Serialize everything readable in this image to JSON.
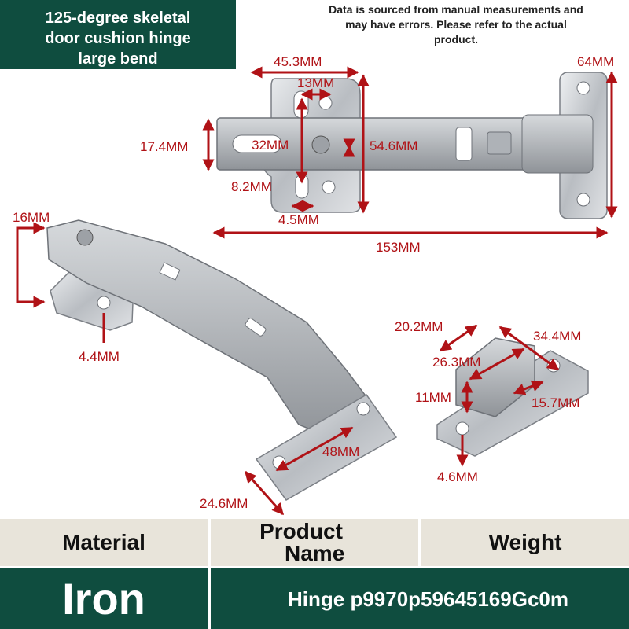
{
  "title": {
    "lines": [
      "125-degree skeletal",
      "door cushion hinge",
      "large bend"
    ]
  },
  "disclaimer": {
    "lines": [
      "Data is sourced from manual measurements and",
      "may have errors. Please refer to the actual",
      "product."
    ]
  },
  "dimensions": {
    "total_length": "153MM",
    "plate_width": "45.3MM",
    "plate_height": "54.6MM",
    "cup_width": "64MM",
    "arm_height": "17.4MM",
    "slot_length": "32MM",
    "hole_spacing": "13MM",
    "slot_height": "8.2MM",
    "slot_width": "4.5MM",
    "side_depth": "16MM",
    "screw_hole": "4.4MM",
    "plate_length": "48MM",
    "plate_depth": "24.6MM",
    "base_width": "20.2MM",
    "base_length": "34.4MM",
    "base_inner": "26.3MM",
    "base_height": "11MM",
    "base_offset": "15.7MM",
    "base_hole": "4.6MM"
  },
  "table": {
    "headers": {
      "material": "Material",
      "product_name": [
        "Product",
        "Name"
      ],
      "weight": "Weight"
    },
    "values": {
      "material": "Iron",
      "product_name": "Hinge p9970p59645169Gc0m"
    }
  },
  "colors": {
    "dark_green": "#0f4d3f",
    "beige": "#e8e4da",
    "dimension_red": "#b01216",
    "steel": "#c9ccd0"
  }
}
